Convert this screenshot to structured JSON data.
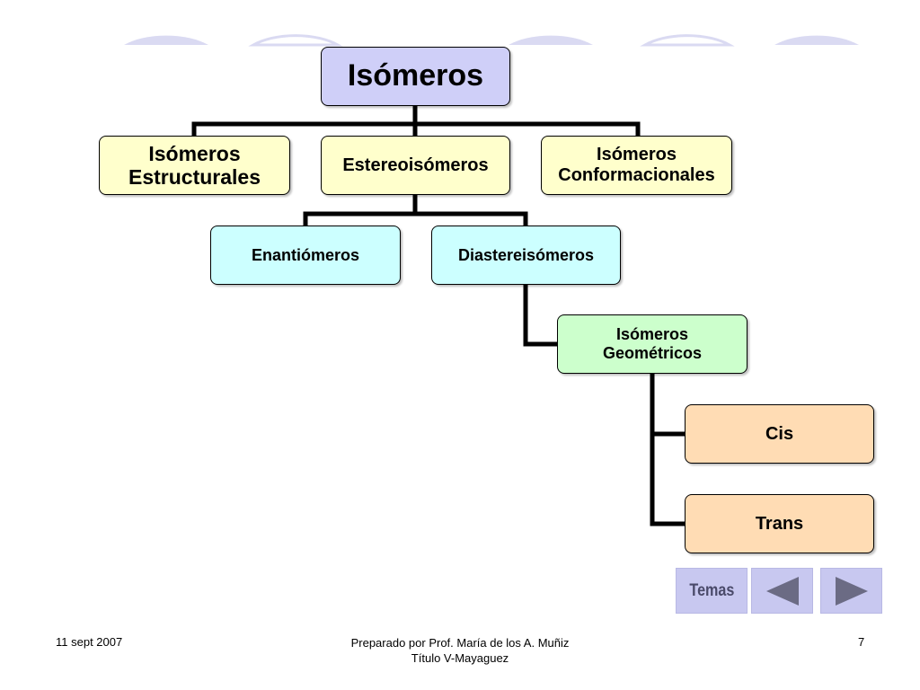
{
  "nodes": {
    "root": "Isómeros",
    "structural": [
      "Isómeros",
      "Estructurales"
    ],
    "stereo": "Estereoisómeros",
    "conformational": [
      "Isómeros",
      "Conformacionales"
    ],
    "enantiomers": "Enantiómeros",
    "diastereomers": "Diastereisómeros",
    "geometric": [
      "Isómeros",
      "Geométricos"
    ],
    "cis": "Cis",
    "trans": "Trans"
  },
  "nav": {
    "temas_label": "Temas"
  },
  "footer": {
    "date": "11 sept 2007",
    "author_line1": "Preparado por Prof. María de los A. Muñiz",
    "author_line2": "Título V-Mayaguez",
    "page_number": "7"
  },
  "colors": {
    "root_fill": "#cfcff8",
    "level1_fill": "#ffffcc",
    "level2_fill": "#ccffff",
    "level3_fill": "#ccffcc",
    "level4_fill": "#ffdcb4",
    "nav_fill": "#c8c8f0"
  }
}
